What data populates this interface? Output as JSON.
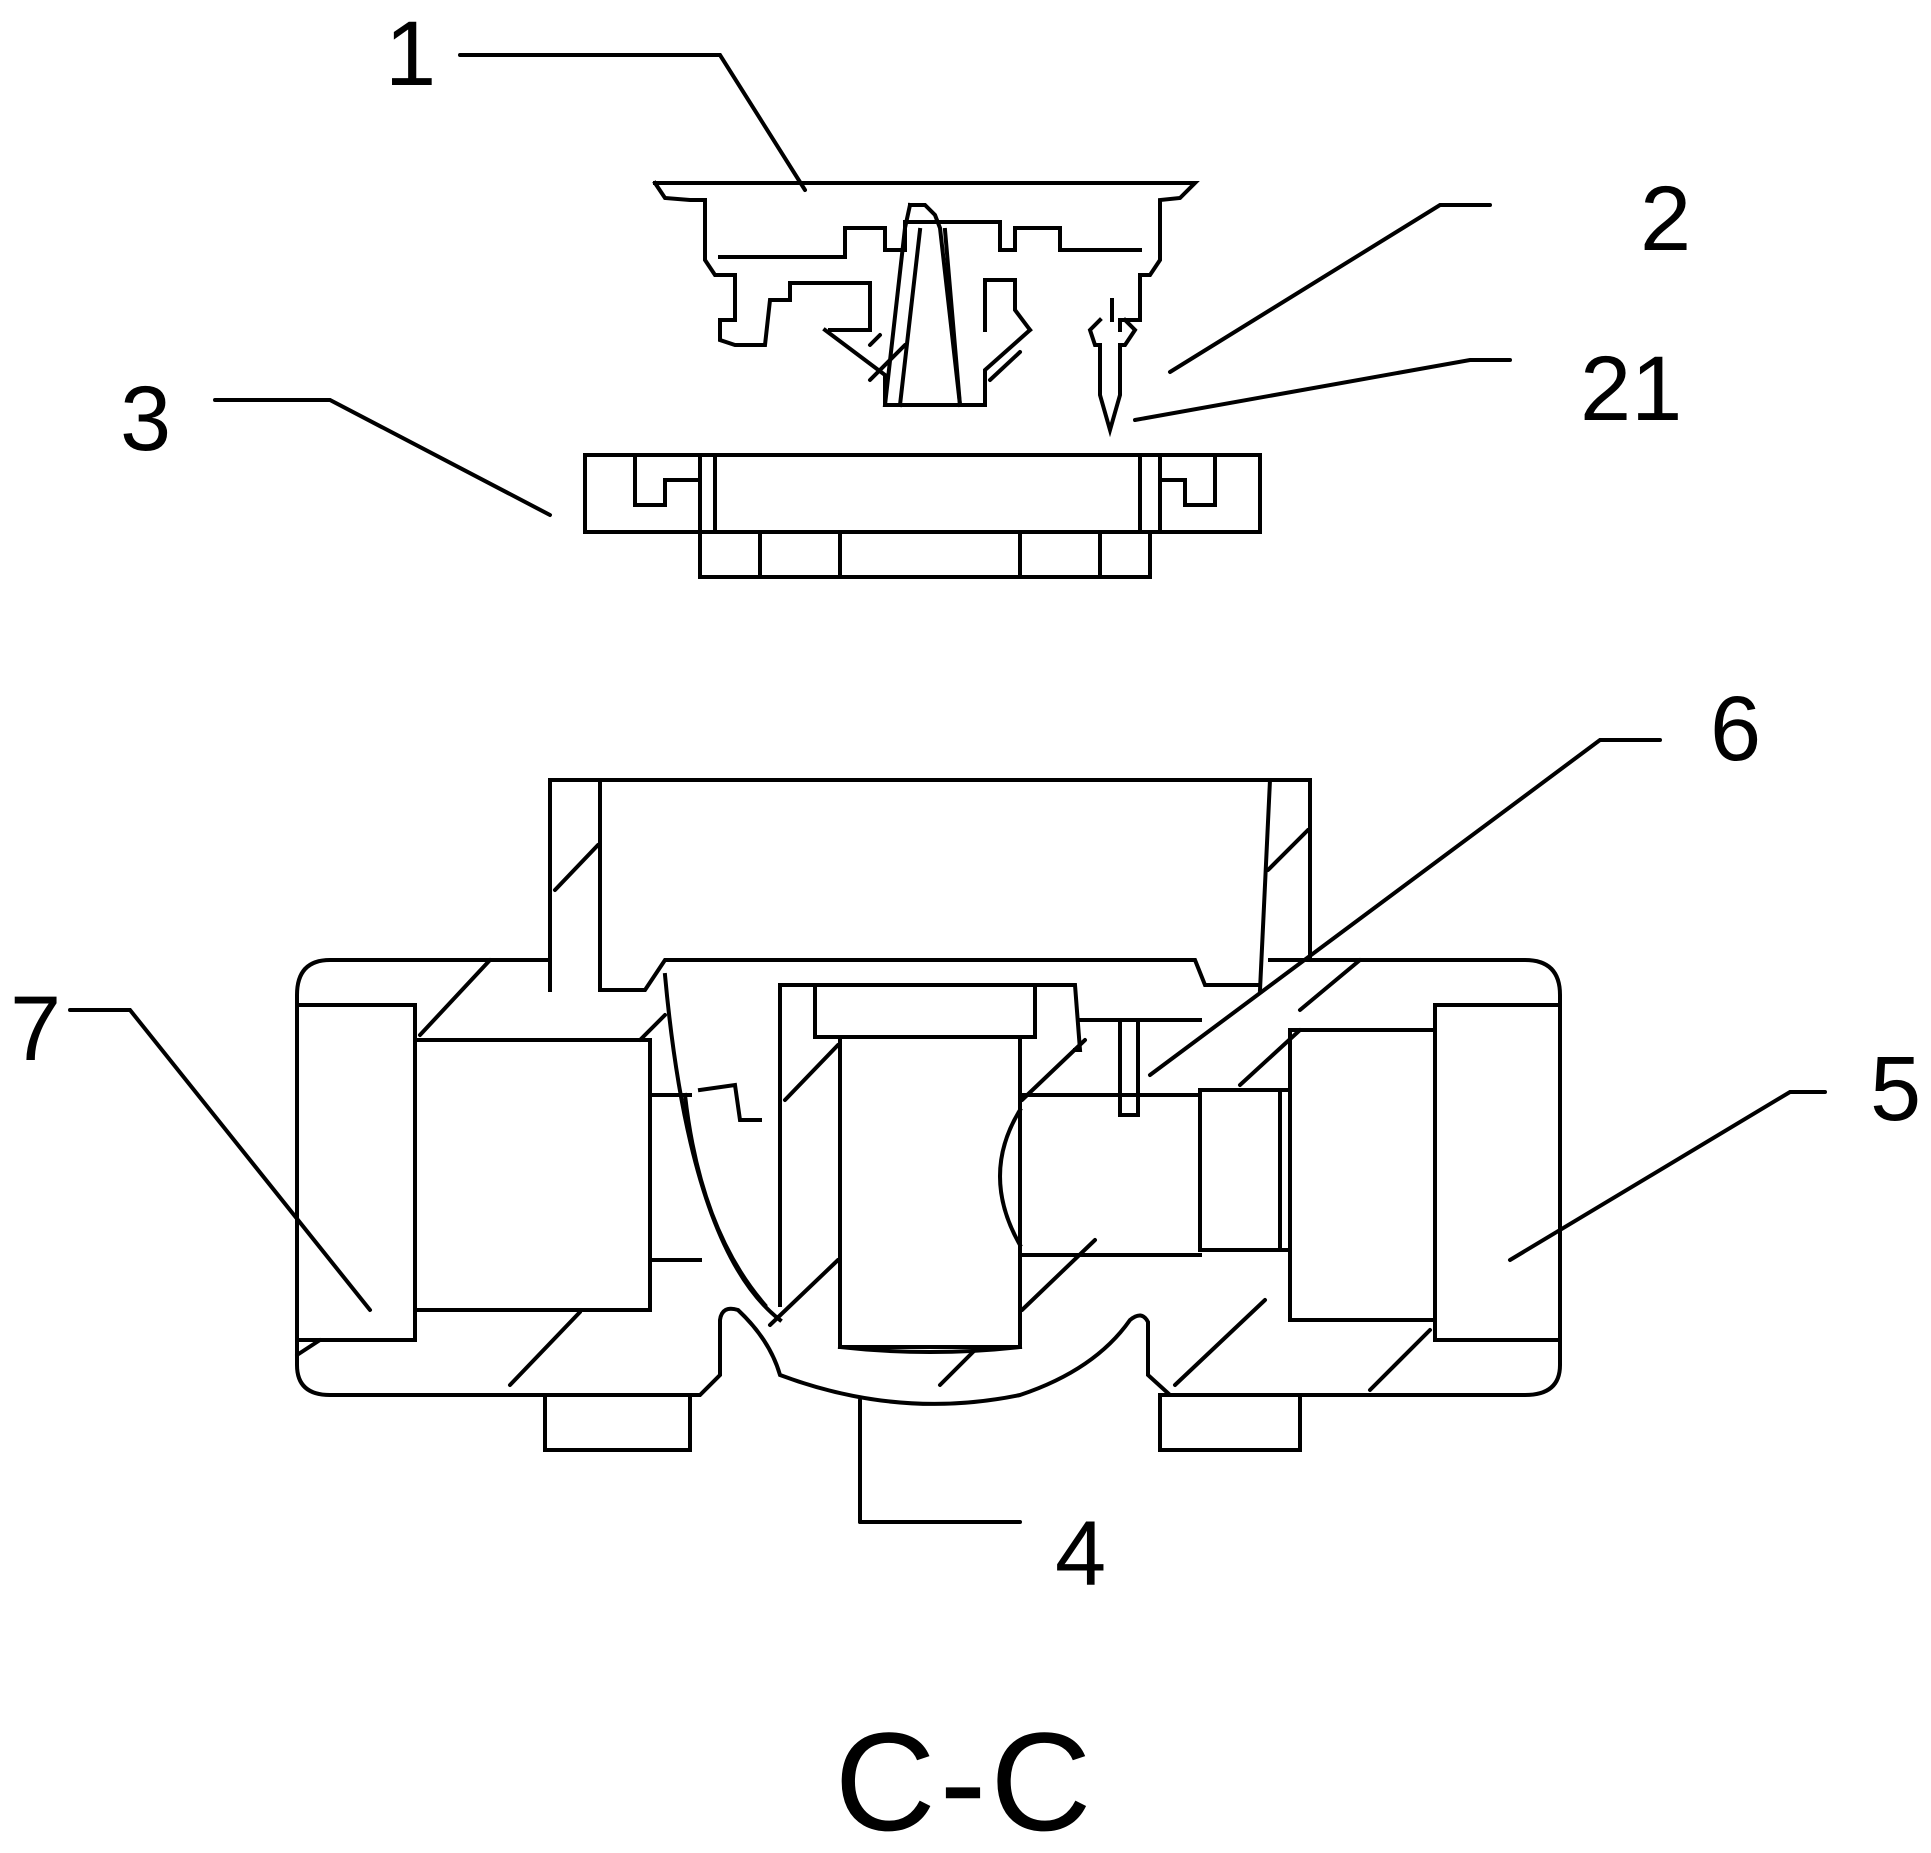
{
  "labels": {
    "part_1": "1",
    "part_2": "2",
    "part_21": "21",
    "part_3": "3",
    "part_4": "4",
    "part_5": "5",
    "part_6": "6",
    "part_7": "7"
  },
  "caption": "C-C",
  "line_color": "#000000",
  "background": "#ffffff"
}
